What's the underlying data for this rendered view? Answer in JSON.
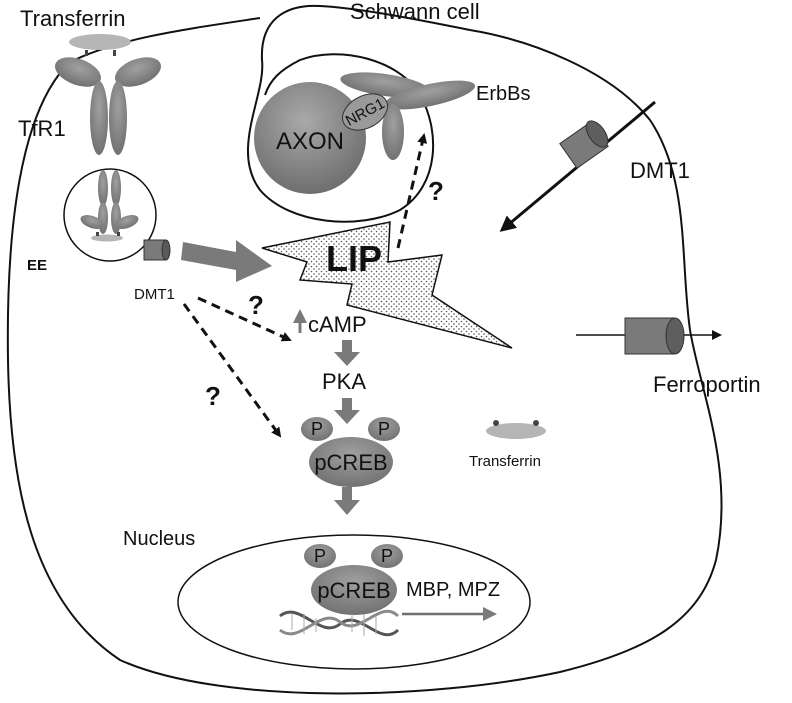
{
  "labels": {
    "transferrin_top": "Transferrin",
    "schwann_cell": "Schwann cell",
    "tfr1": "TfR1",
    "ee": "EE",
    "dmt1_small": "DMT1",
    "axon": "AXON",
    "nrg1": "NRG1",
    "erbbs": "ErbBs",
    "dmt1_membrane": "DMT1",
    "lip": "LIP",
    "camp": "cAMP",
    "pka": "PKA",
    "pcreb": "pCREB",
    "p": "P",
    "transferrin_inner": "Transferrin",
    "ferroportin": "Ferroportin",
    "nucleus": "Nucleus",
    "pcreb_nucleus": "pCREB",
    "mbp_mpz": "MBP, MPZ",
    "question": "?"
  },
  "colors": {
    "protein_gray": "#8a8a8a",
    "light_gray": "#b5b5b5",
    "dark_gray": "#6f6f6f",
    "arrow_gray": "#7a7a7a",
    "outline": "#111111"
  }
}
